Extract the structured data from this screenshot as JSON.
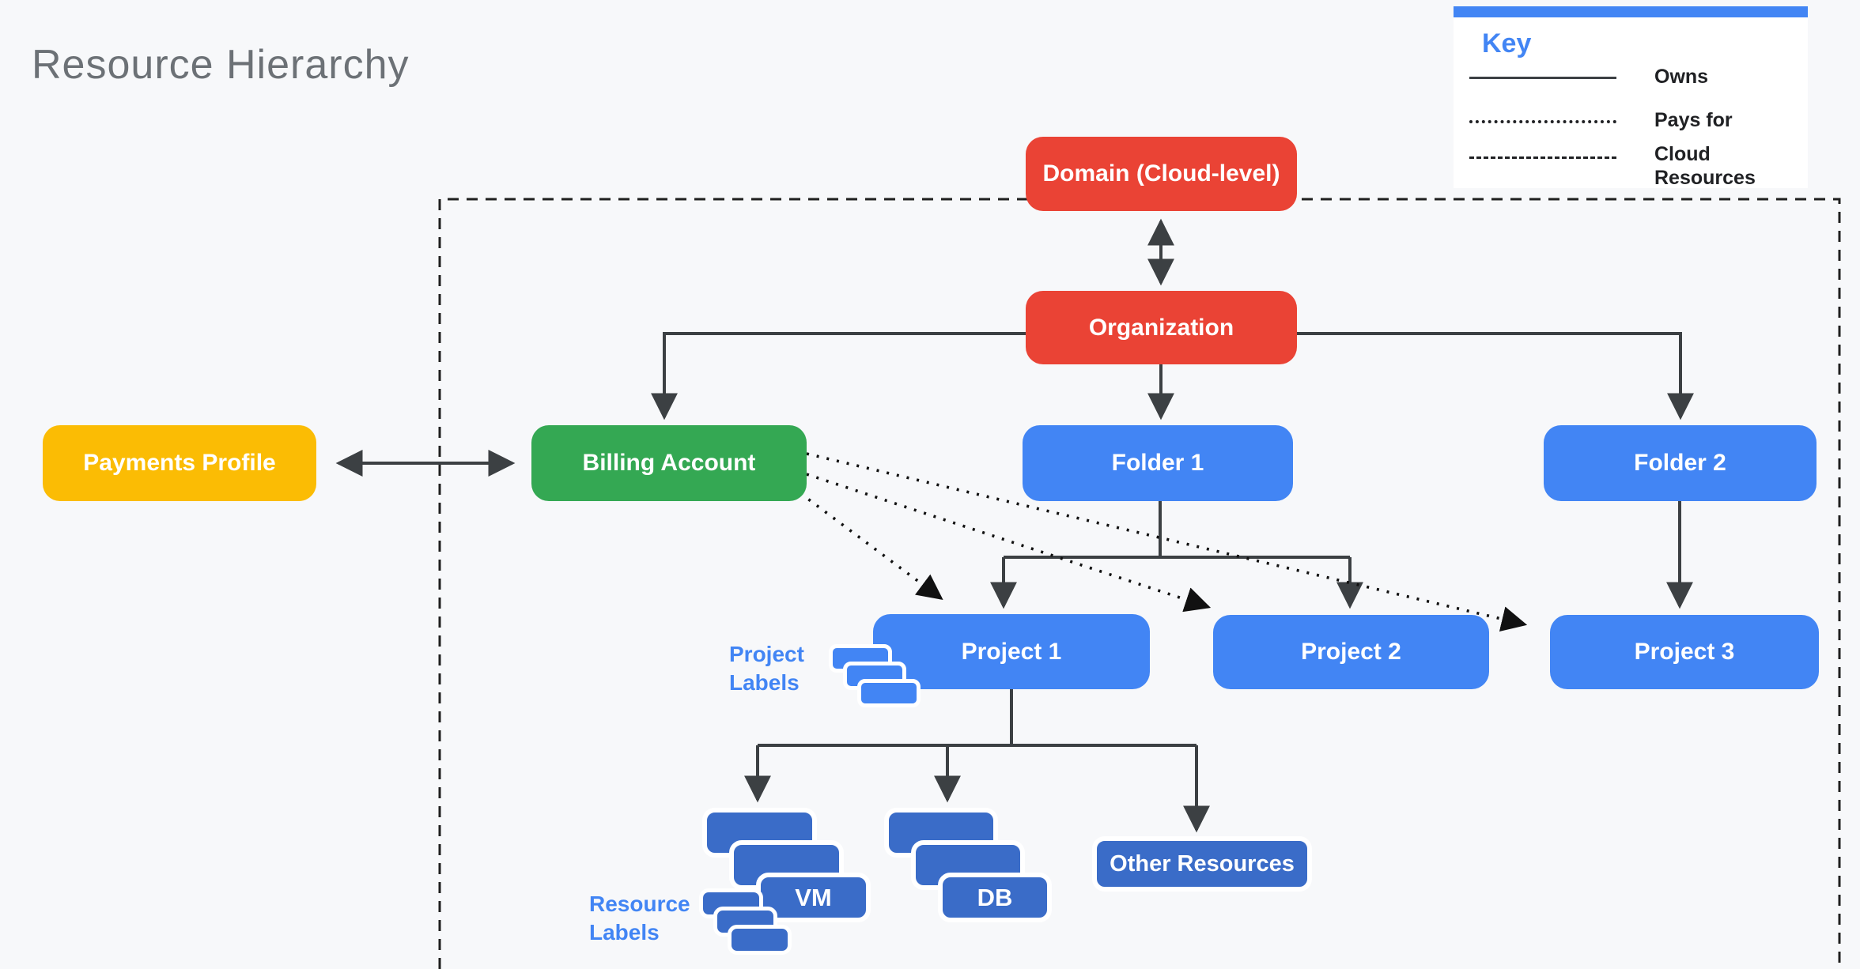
{
  "title": "Resource Hierarchy",
  "key": {
    "title": "Key",
    "items": [
      {
        "style": "solid",
        "label": "Owns"
      },
      {
        "style": "dotted",
        "label": "Pays for"
      },
      {
        "style": "dashed",
        "label": "Cloud Resources"
      }
    ]
  },
  "nodes": {
    "domain": {
      "label": "Domain (Cloud-level)",
      "color": "#EA4335"
    },
    "organization": {
      "label": "Organization",
      "color": "#EA4335"
    },
    "payments_profile": {
      "label": "Payments Profile",
      "color": "#FBBC04"
    },
    "billing_account": {
      "label": "Billing Account",
      "color": "#34A853"
    },
    "folder1": {
      "label": "Folder 1",
      "color": "#4285F4"
    },
    "folder2": {
      "label": "Folder 2",
      "color": "#4285F4"
    },
    "project1": {
      "label": "Project 1",
      "color": "#4285F4"
    },
    "project2": {
      "label": "Project 2",
      "color": "#4285F4"
    },
    "project3": {
      "label": "Project 3",
      "color": "#4285F4"
    },
    "vm": {
      "label": "VM",
      "color": "#3A6CC8"
    },
    "db": {
      "label": "DB",
      "color": "#3A6CC8"
    },
    "other_resources": {
      "label": "Other Resources",
      "color": "#3A6CC8"
    }
  },
  "annotations": {
    "project_labels": {
      "line1": "Project",
      "line2": "Labels"
    },
    "resource_labels": {
      "line1": "Resource",
      "line2": "Labels"
    }
  },
  "edges": [
    {
      "from": "domain",
      "to": "organization",
      "type": "owns",
      "bidirectional": true
    },
    {
      "from": "payments_profile",
      "to": "billing_account",
      "type": "owns",
      "bidirectional": true
    },
    {
      "from": "organization",
      "to": "billing_account",
      "type": "owns"
    },
    {
      "from": "organization",
      "to": "folder1",
      "type": "owns"
    },
    {
      "from": "organization",
      "to": "folder2",
      "type": "owns"
    },
    {
      "from": "folder1",
      "to": "project1",
      "type": "owns"
    },
    {
      "from": "folder1",
      "to": "project2",
      "type": "owns"
    },
    {
      "from": "folder2",
      "to": "project3",
      "type": "owns"
    },
    {
      "from": "project1",
      "to": "vm",
      "type": "owns"
    },
    {
      "from": "project1",
      "to": "db",
      "type": "owns"
    },
    {
      "from": "project1",
      "to": "other_resources",
      "type": "owns"
    },
    {
      "from": "billing_account",
      "to": "project1",
      "type": "pays_for"
    },
    {
      "from": "billing_account",
      "to": "project2",
      "type": "pays_for"
    },
    {
      "from": "billing_account",
      "to": "project3",
      "type": "pays_for"
    }
  ],
  "colors": {
    "background": "#F7F8FA",
    "red": "#EA4335",
    "green": "#34A853",
    "yellow": "#FBBC04",
    "blue": "#4285F4",
    "resource_blue": "#3A6CC8",
    "line": "#3C4043",
    "boundary": "#1F1F1F",
    "annotation_blue": "#4285F4",
    "title_gray": "#6C7176",
    "key_header_bar": "#4285F4"
  }
}
